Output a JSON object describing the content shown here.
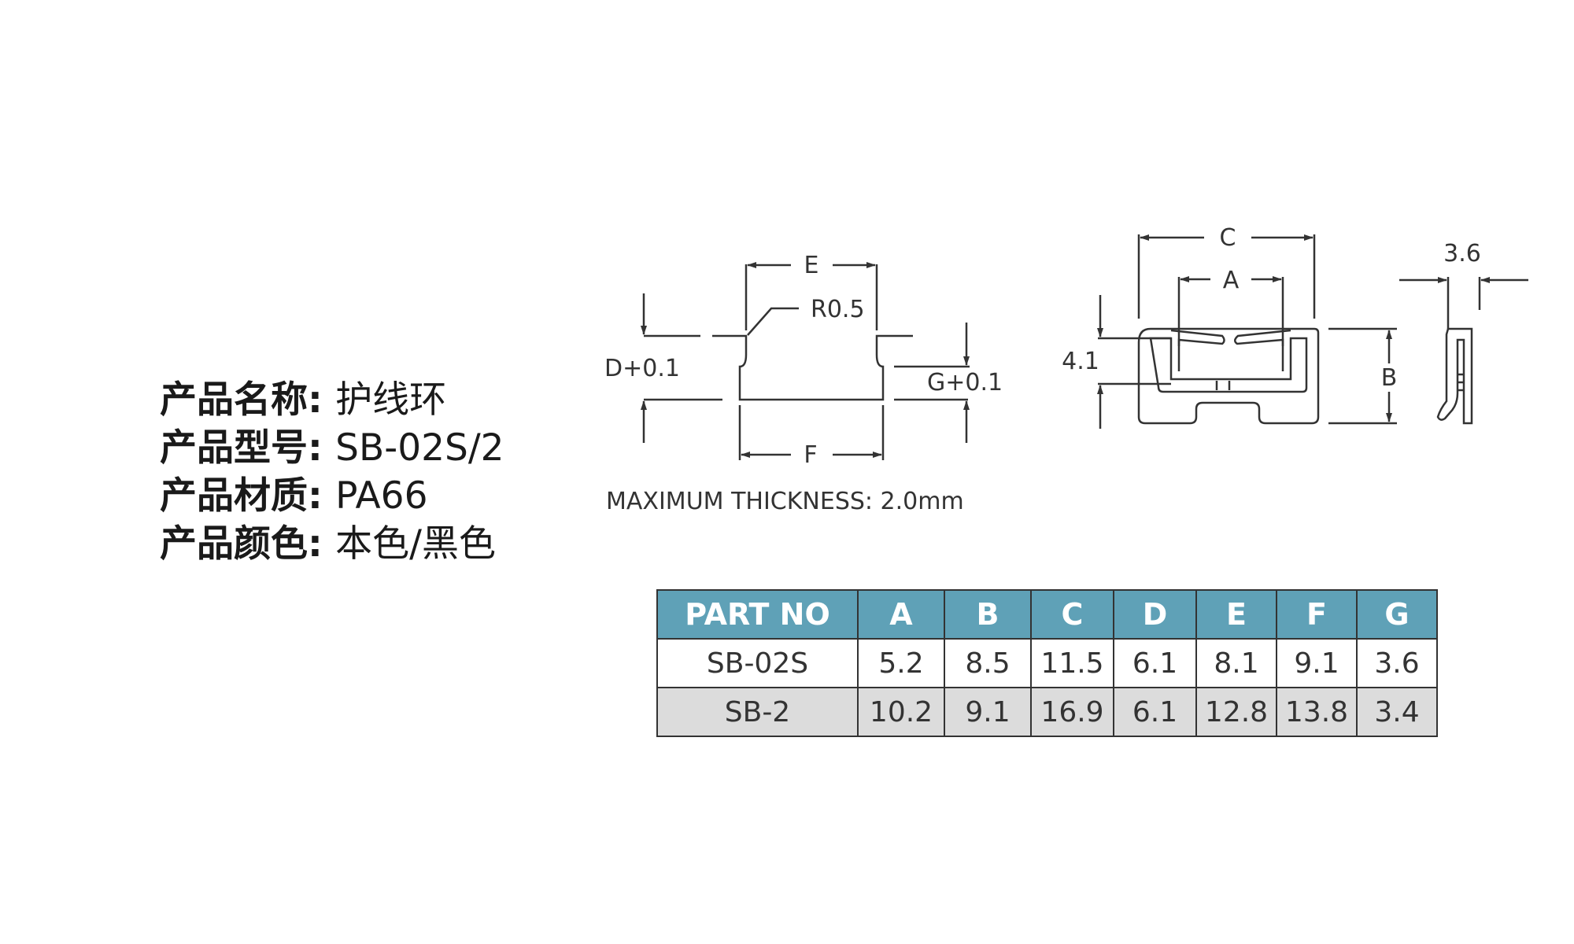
{
  "product_info": [
    {
      "label": "产品名称:",
      "value": "护线环"
    },
    {
      "label": "产品型号:",
      "value": "SB-02S/2"
    },
    {
      "label": "产品材质:",
      "value": "PA66"
    },
    {
      "label": "产品颜色:",
      "value": "本色/黑色"
    }
  ],
  "drawing": {
    "panel_hole": {
      "label_e": "E",
      "label_r": "R0.5",
      "label_d": "D+0.1",
      "label_g": "G+0.1",
      "label_f": "F",
      "note": "MAXIMUM  THICKNESS: 2.0mm"
    },
    "part_front": {
      "label_c": "C",
      "label_a": "A",
      "label_41": "4.1",
      "label_b": "B"
    },
    "part_side": {
      "label_36": "3.6"
    }
  },
  "table": {
    "headers": [
      "PART NO",
      "A",
      "B",
      "C",
      "D",
      "E",
      "F",
      "G"
    ],
    "rows": [
      [
        "SB-02S",
        "5.2",
        "8.5",
        "11.5",
        "6.1",
        "8.1",
        "9.1",
        "3.6"
      ],
      [
        "SB-2",
        "10.2",
        "9.1",
        "16.9",
        "6.1",
        "12.8",
        "13.8",
        "3.4"
      ]
    ]
  },
  "colors": {
    "header_bg": "#5fa1b7",
    "alt_row_bg": "#dcdcdc",
    "line": "#333333"
  }
}
